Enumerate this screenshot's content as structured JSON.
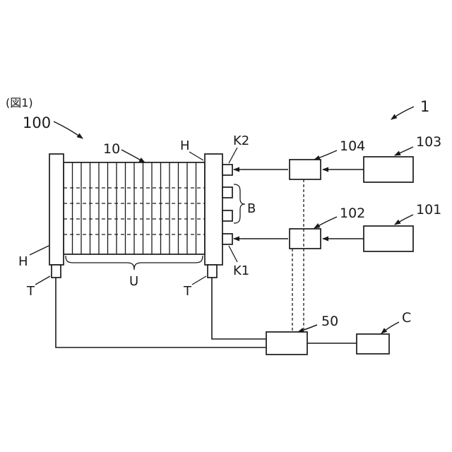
{
  "diagram": {
    "caption": "(図1)",
    "ref_overall": "1",
    "ref_assembly": "100",
    "ref_stack": "10",
    "ref_header_right": "H",
    "ref_header_left": "H",
    "ref_k2": "K2",
    "ref_k1": "K1",
    "ref_b": "B",
    "ref_t_left": "T",
    "ref_t_right": "T",
    "ref_u": "U",
    "ref_104": "104",
    "ref_103": "103",
    "ref_102": "102",
    "ref_101": "101",
    "ref_50": "50",
    "ref_c": "C",
    "colors": {
      "ink": "#1a1a1a",
      "paper": "#ffffff"
    }
  }
}
